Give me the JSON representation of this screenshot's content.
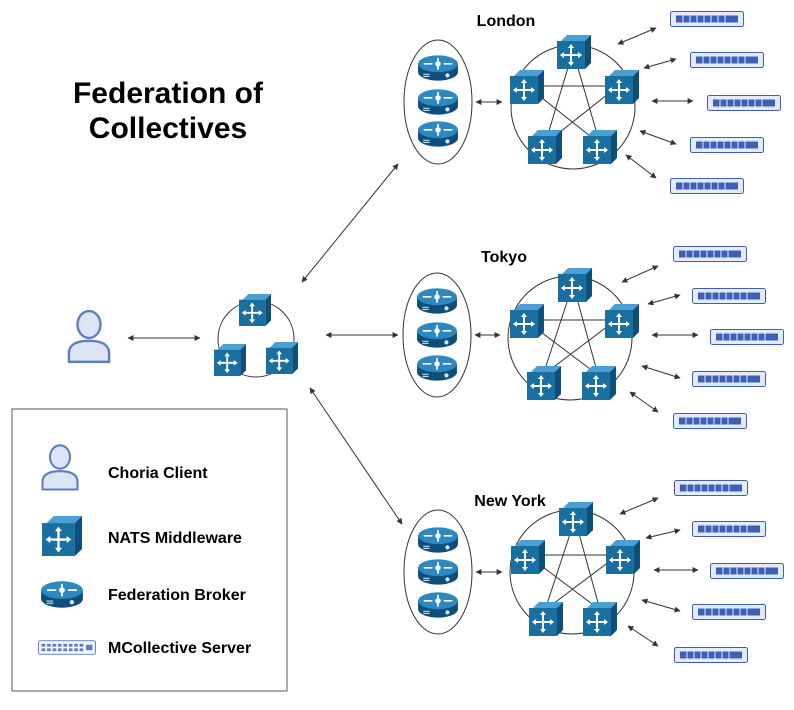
{
  "title": {
    "line1": "Federation of",
    "line2": "Collectives"
  },
  "clusters": [
    {
      "name": "London"
    },
    {
      "name": "Tokyo"
    },
    {
      "name": "New York"
    }
  ],
  "legend": {
    "items": [
      {
        "label": "Choria Client",
        "icon": "user-icon"
      },
      {
        "label": "NATS Middleware",
        "icon": "switch-icon"
      },
      {
        "label": "Federation Broker",
        "icon": "router-icon"
      },
      {
        "label": "MCollective Server",
        "icon": "server-icon"
      }
    ]
  },
  "colors": {
    "switch": "#1a6fa1",
    "router": "#1a6fa1",
    "server": "#3d5fb8",
    "user": "#5b7fbf",
    "user_fill": "#dbe5f3"
  }
}
